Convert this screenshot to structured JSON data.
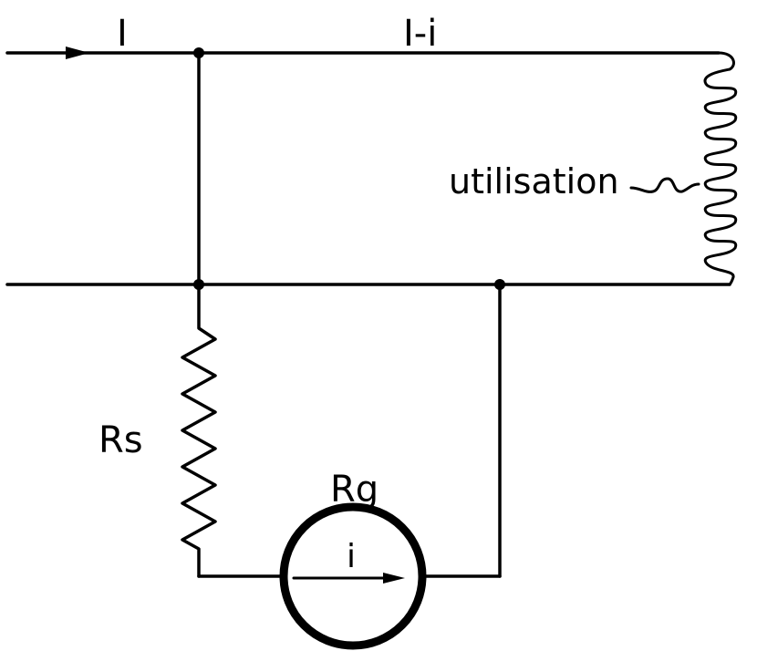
{
  "labels": {
    "current_total": "I",
    "current_load": "I-i",
    "load": "utilisation",
    "shunt_resistance": "Rs",
    "galvanometer_resistance": "Rg",
    "galvanometer_current": "i"
  },
  "colors": {
    "ink": "#000000",
    "background": "#ffffff"
  }
}
